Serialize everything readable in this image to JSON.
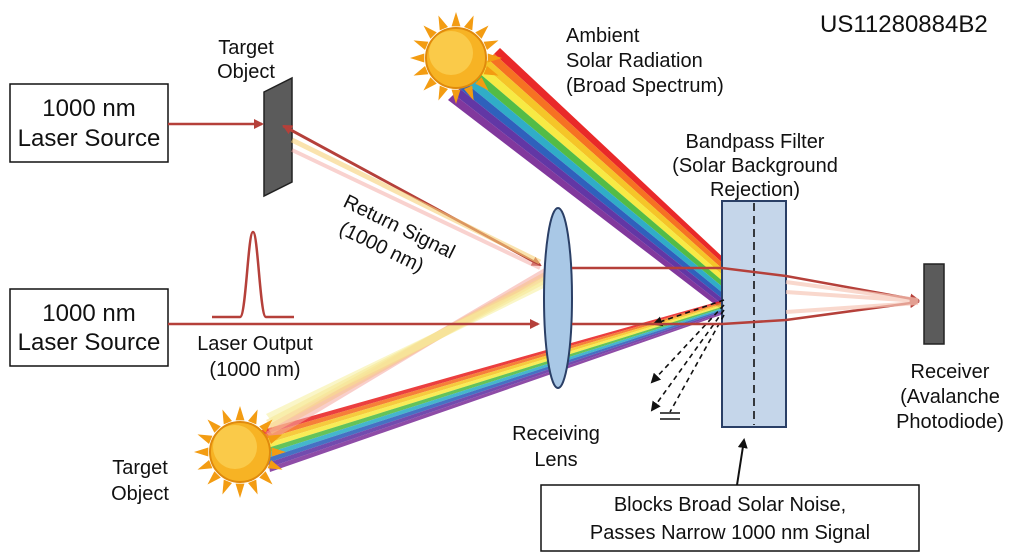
{
  "patent_number": "US11280884B2",
  "labels": {
    "laser_source_top": [
      "1000 nm",
      "Laser Source"
    ],
    "laser_source_bottom": [
      "1000 nm",
      "Laser Source"
    ],
    "target_object_top": [
      "Target",
      "Object"
    ],
    "target_object_bottom": [
      "Target",
      "Object"
    ],
    "ambient_solar": [
      "Ambient",
      "Solar Radiation",
      "(Broad Spectrum)"
    ],
    "bandpass_filter": [
      "Bandpass Filter",
      "(Solar Background",
      "Rejection)"
    ],
    "return_signal": [
      "Return Signal",
      "(1000 nm)"
    ],
    "laser_output": [
      "Laser Output",
      "(1000 nm)"
    ],
    "receiving_lens": [
      "Receiving",
      "Lens"
    ],
    "receiver": [
      "Receiver",
      "(Avalanche",
      "Photodiode)"
    ],
    "callout": [
      "Blocks Broad Solar Noise,",
      "Passes Narrow 1000 nm Signal"
    ]
  },
  "colors": {
    "laser_red": "#b5403a",
    "filter_fill": "#c5d6ea",
    "sun_fill": "#f7b324",
    "sun_ray": "#f39c12",
    "spectrum": [
      "#e81d1d",
      "#f56a16",
      "#f4c21c",
      "#f7e93a",
      "#4ab83c",
      "#25a9c4",
      "#2459b8",
      "#5a2ca0",
      "#7a2d98"
    ]
  }
}
